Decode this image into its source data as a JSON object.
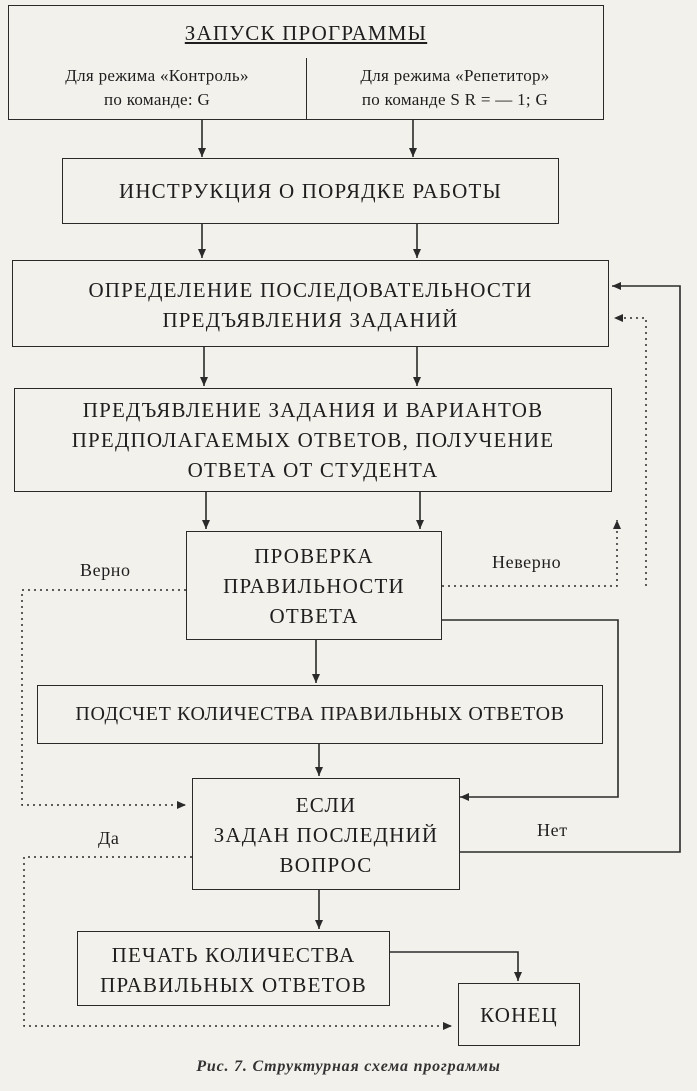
{
  "diagram": {
    "start_title": "ЗАПУСК ПРОГРАММЫ",
    "mode_control": [
      "Для режима «Контроль»",
      "по команде: G"
    ],
    "mode_tutor": [
      "Для режима «Репетитор»",
      "по команде S R = — 1; G"
    ],
    "instruction": "ИНСТРУКЦИЯ О ПОРЯДКЕ РАБОТЫ",
    "sequence": [
      "ОПРЕДЕЛЕНИЕ ПОСЛЕДОВАТЕЛЬНОСТИ",
      "ПРЕДЪЯВЛЕНИЯ ЗАДАНИЙ"
    ],
    "present": [
      "ПРЕДЪЯВЛЕНИЕ ЗАДАНИЯ И ВАРИАНТОВ",
      "ПРЕДПОЛАГАЕМЫХ ОТВЕТОВ, ПОЛУЧЕНИЕ",
      "ОТВЕТА ОТ СТУДЕНТА"
    ],
    "check": [
      "ПРОВЕРКА",
      "ПРАВИЛЬНОСТИ",
      "ОТВЕТА"
    ],
    "count": "ПОДСЧЕТ КОЛИЧЕСТВА ПРАВИЛЬНЫХ ОТВЕТОВ",
    "last_question": [
      "ЕСЛИ",
      "ЗАДАН ПОСЛЕДНИЙ",
      "ВОПРОС"
    ],
    "print": [
      "ПЕЧАТЬ КОЛИЧЕСТВА",
      "ПРАВИЛЬНЫХ ОТВЕТОВ"
    ],
    "end": "КОНЕЦ",
    "label_correct": "Верно",
    "label_wrong": "Неверно",
    "label_yes": "Да",
    "label_no": "Нет",
    "caption": "Рис. 7. Структурная схема программы"
  }
}
